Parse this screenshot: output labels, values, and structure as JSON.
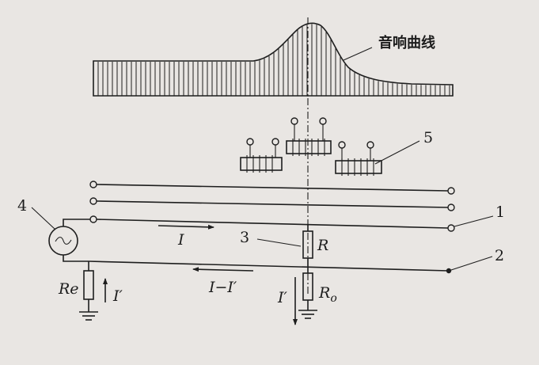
{
  "labels": {
    "curve": "音响曲线",
    "n1": "1",
    "n2": "2",
    "n3": "3",
    "n4": "4",
    "n5": "5",
    "current_forward": "I",
    "current_return": "I−I′",
    "current_ground_left": "I′",
    "current_ground_right": "I′",
    "re": "Re",
    "r": "R",
    "ro_main": "R",
    "ro_sub": "o"
  }
}
